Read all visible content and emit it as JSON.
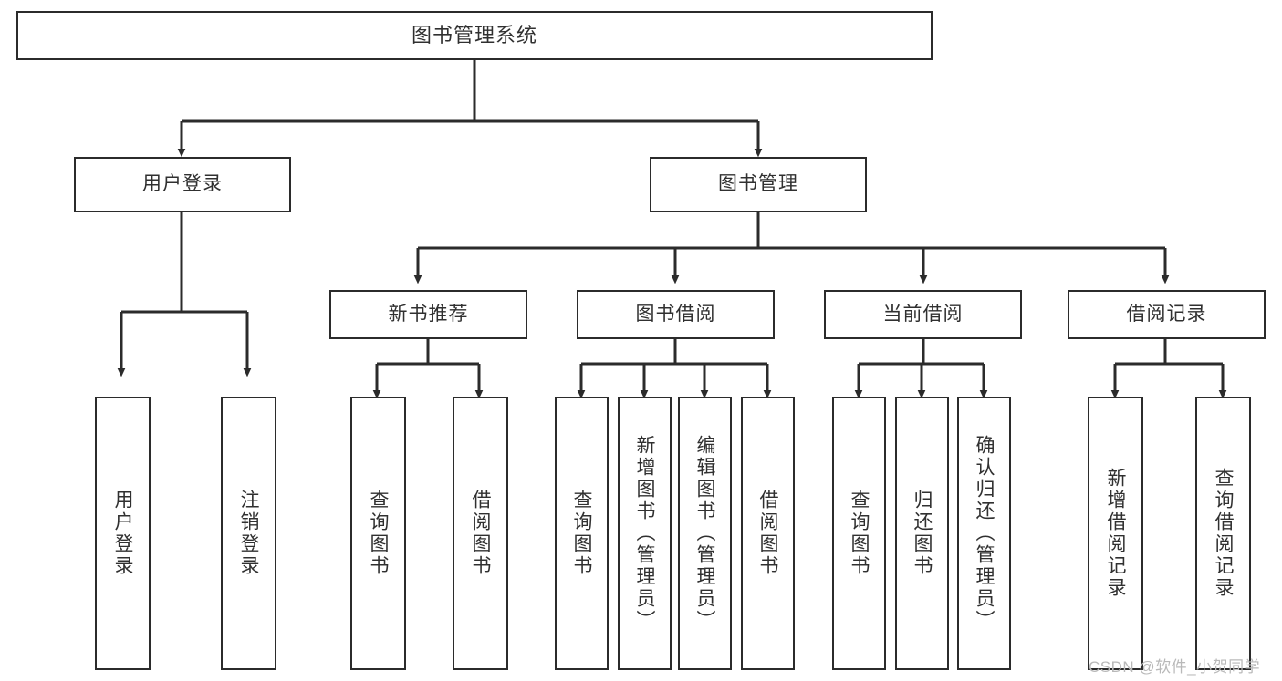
{
  "diagram": {
    "type": "tree-hierarchy-chart",
    "title": "图书管理系统",
    "stroke_color": "#2b2b2b",
    "text_color": "#303030",
    "background_color": "#ffffff",
    "watermark": "CSDN @软件_小贺同学",
    "watermark_color": "#b9b9b9",
    "root": {
      "label": "图书管理系统"
    },
    "level2": [
      {
        "label": "用户登录"
      },
      {
        "label": "图书管理"
      }
    ],
    "level3": [
      {
        "label": "新书推荐"
      },
      {
        "label": "图书借阅"
      },
      {
        "label": "当前借阅"
      },
      {
        "label": "借阅记录"
      }
    ],
    "leaves": {
      "user_login": [
        {
          "label": "用户登录"
        },
        {
          "label": "注销登录"
        }
      ],
      "new_book_recommend": [
        {
          "label": "查询图书"
        },
        {
          "label": "借阅图书"
        }
      ],
      "book_borrow": [
        {
          "label": "查询图书"
        },
        {
          "label": "新增图书（管理员）"
        },
        {
          "label": "编辑图书（管理员）"
        },
        {
          "label": "借阅图书"
        }
      ],
      "current_borrow": [
        {
          "label": "查询图书"
        },
        {
          "label": "归还图书"
        },
        {
          "label": "确认归还（管理员）"
        }
      ],
      "borrow_record": [
        {
          "label": "新增借阅记录"
        },
        {
          "label": "查询借阅记录"
        }
      ]
    }
  }
}
